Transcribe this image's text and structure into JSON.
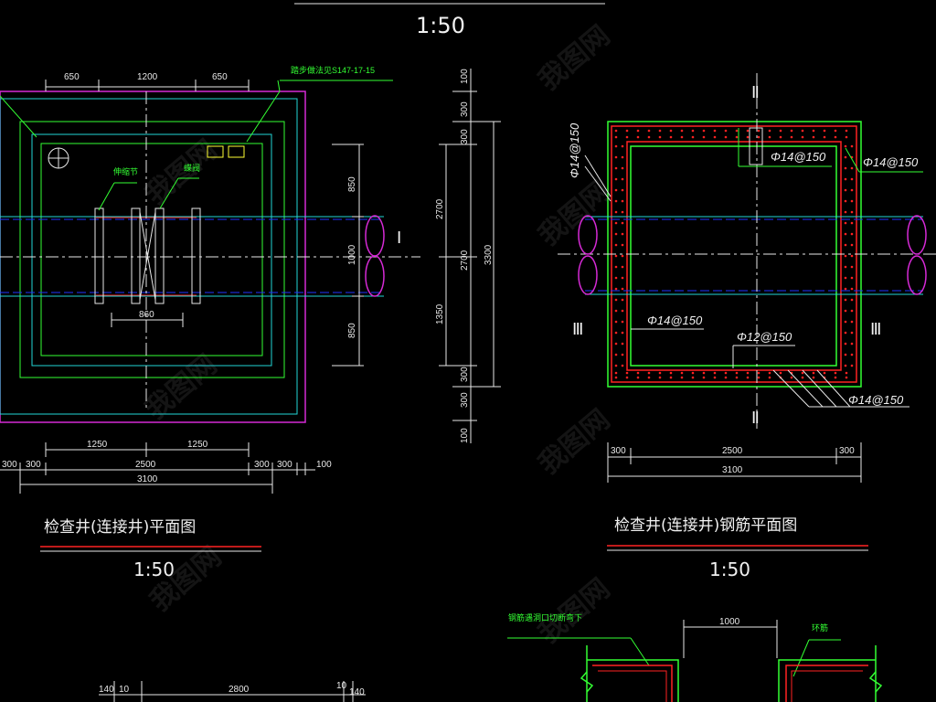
{
  "top_scale": "1:50",
  "plan": {
    "dims_top": [
      "650",
      "1200",
      "650"
    ],
    "note_top": "踏步做法见S147-17-15",
    "label_valve_left": "伸缩节",
    "label_valve_right": "蝶阀",
    "dim_860": "860",
    "dims_right": [
      "850",
      "1000",
      "850"
    ],
    "dims_bottom_row1": [
      "1250",
      "1250"
    ],
    "dims_bottom_row2": [
      "300",
      "300",
      "2500",
      "300",
      "300",
      "100"
    ],
    "dim_total": "3100",
    "title": "检查井(连接井)平面图",
    "scale": "1:50"
  },
  "vertical_dims": {
    "outer": [
      "100",
      "300",
      "300",
      "2700",
      "300",
      "300",
      "100"
    ],
    "inner": [
      "2700",
      "1350"
    ],
    "total": "3300"
  },
  "rebar_plan": {
    "section_label_top": "Ⅱ",
    "section_label_bottom": "Ⅱ",
    "section_label_left": "Ⅲ",
    "section_label_right": "Ⅲ",
    "section_label_plan": "Ⅰ",
    "rebar_left": "Φ14@150",
    "rebar_top_inner": "Φ14@150",
    "rebar_top_right": "Φ14@150",
    "rebar_mid_left": "Φ14@150",
    "rebar_bottom_inner": "Φ12@150",
    "rebar_bottom_right": "Φ14@150",
    "dims_bottom": [
      "300",
      "2500",
      "300"
    ],
    "dim_total": "3100",
    "title": "检查井(连接井)钢筋平面图",
    "scale": "1:50"
  },
  "detail": {
    "note_left": "钢筋遇洞口切断弯下",
    "dim_1000": "1000",
    "note_right": "环筋"
  },
  "bottom_dims": [
    "140",
    "10",
    "2800",
    "10",
    "140"
  ],
  "watermark": "我图网",
  "colors": {
    "magenta": "#d62ad6",
    "cyan": "#22d6d6",
    "green": "#33ff33",
    "blue": "#2233ff",
    "red": "#ff2222",
    "yellow": "#ffff33",
    "white": "#e8e8e8"
  }
}
